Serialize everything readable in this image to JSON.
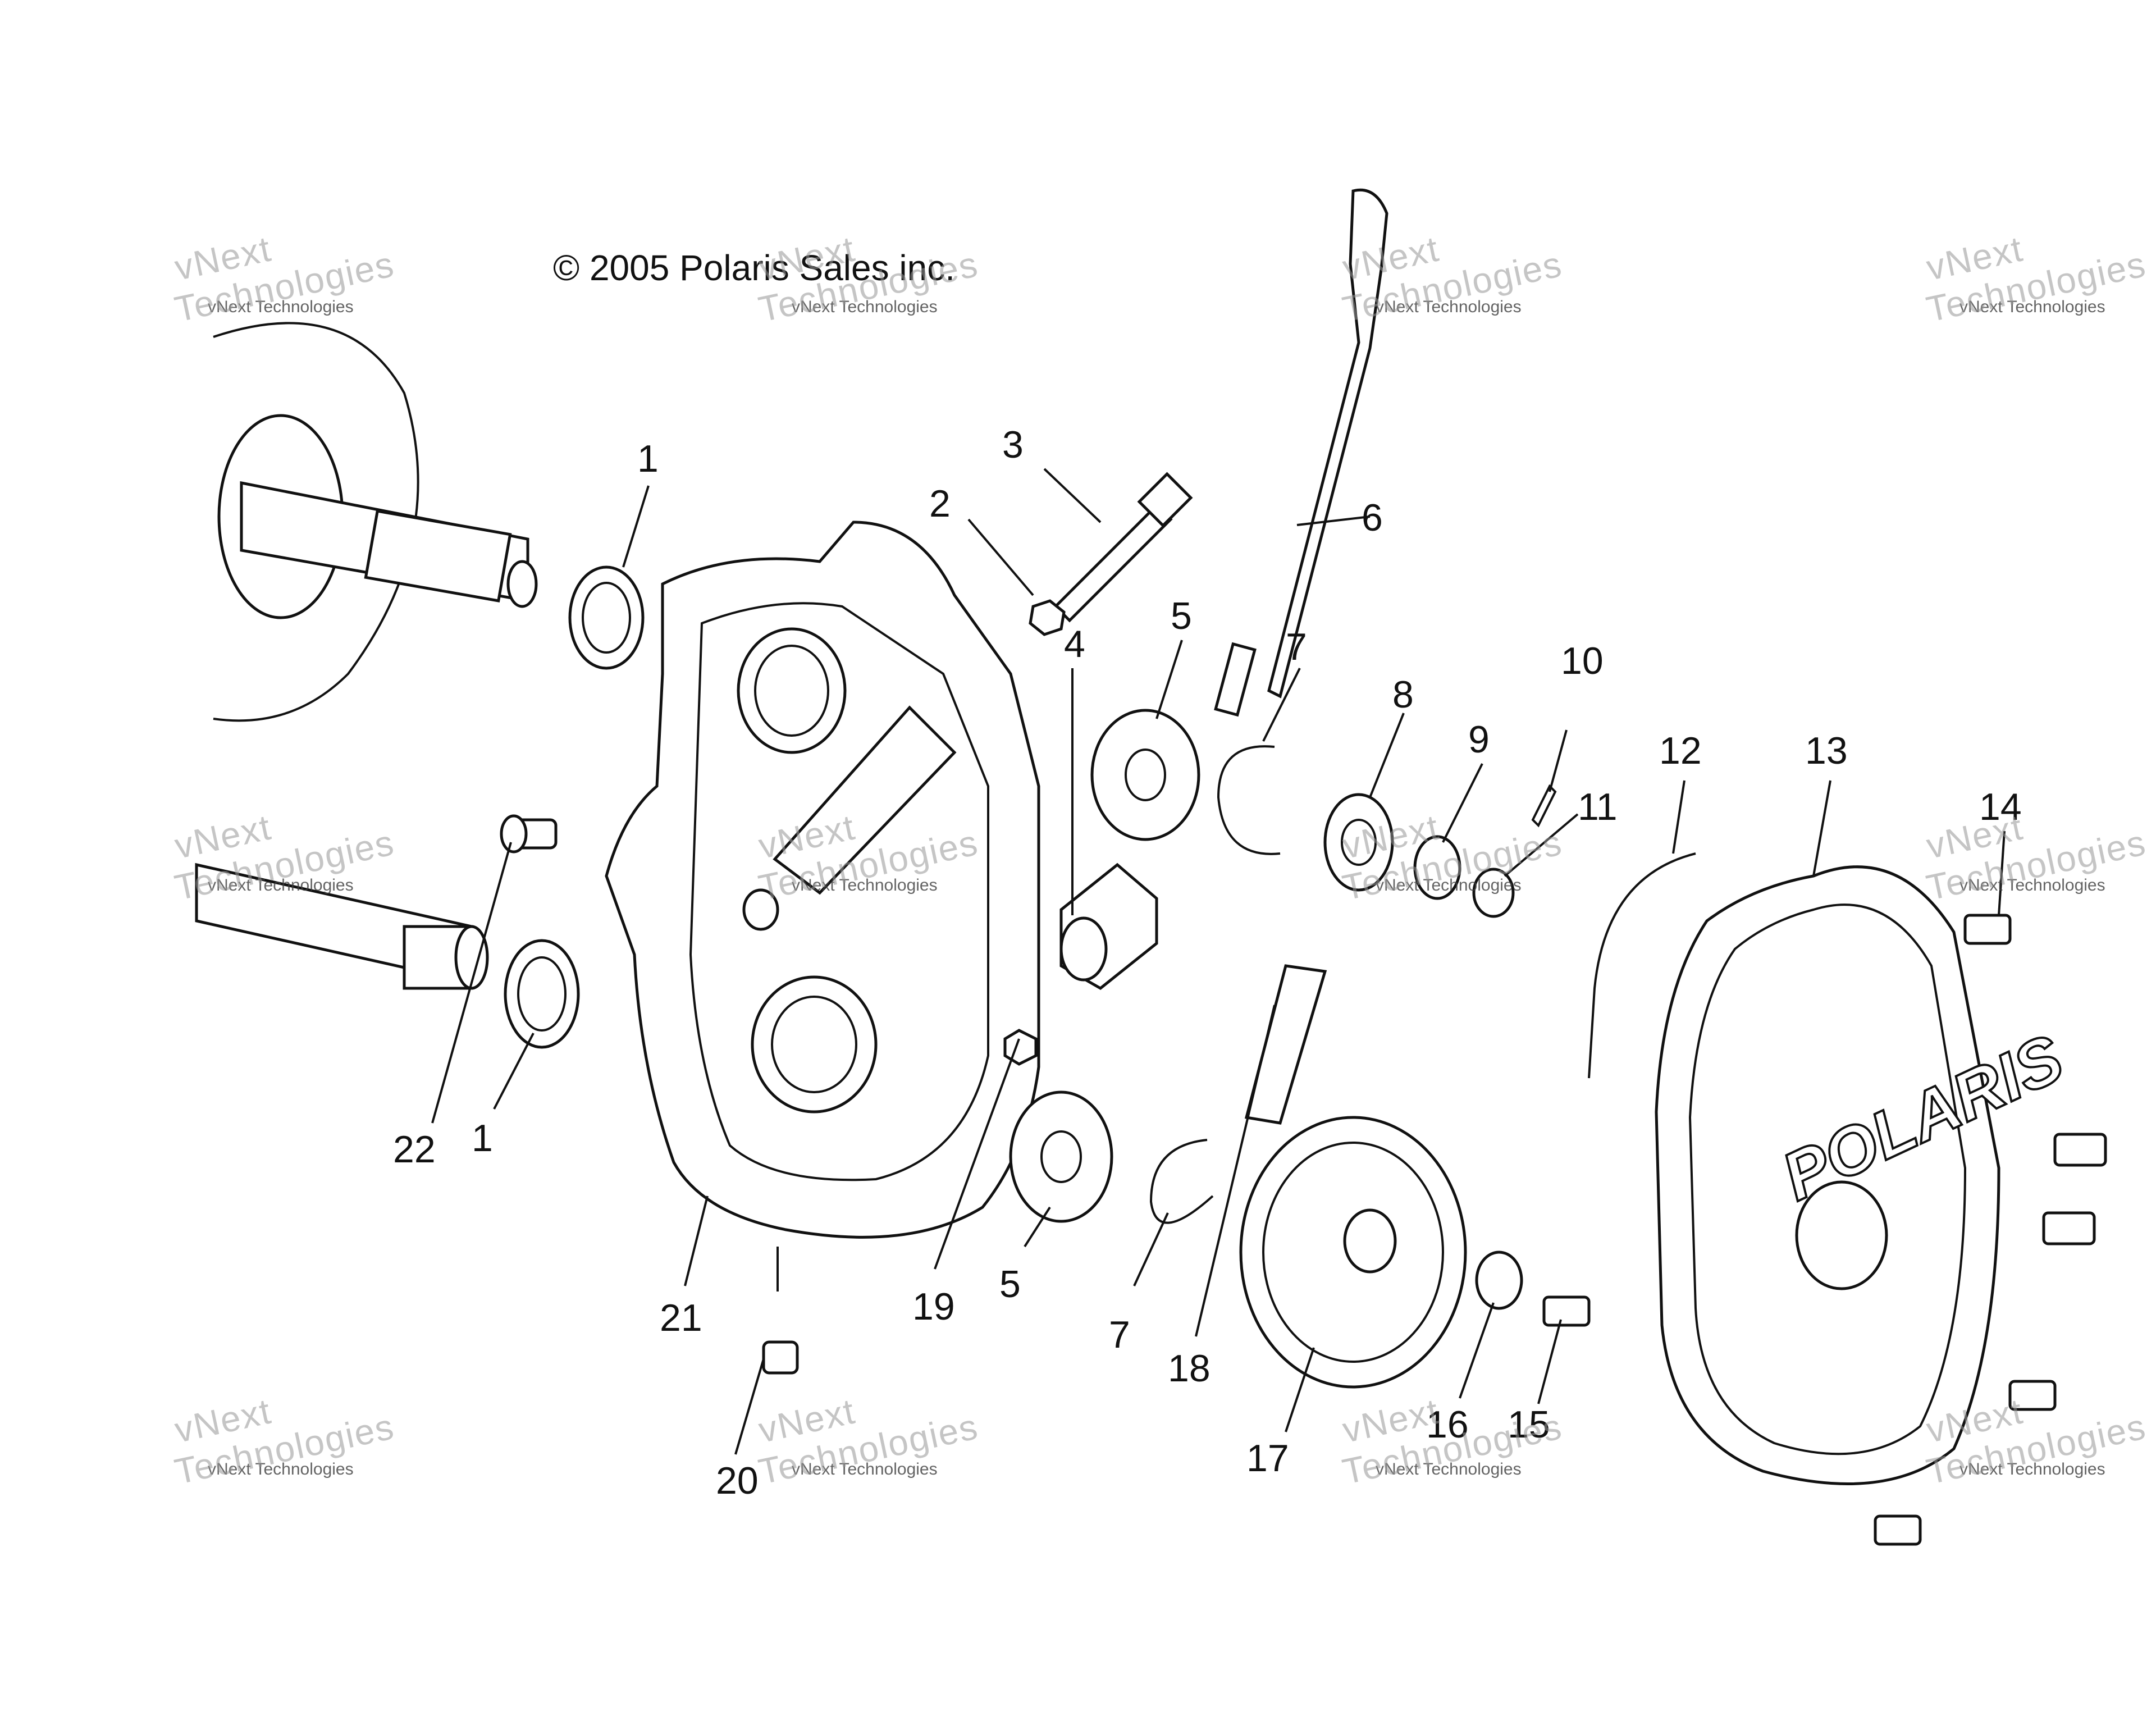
{
  "copyright": "© 2005 Polaris Sales inc.",
  "watermark": {
    "line1": "vNext",
    "line2": "Technologies",
    "caption": "vNext Technologies"
  },
  "cover_logo": "POLARIS",
  "callouts": [
    "1",
    "1",
    "2",
    "3",
    "4",
    "5",
    "5",
    "6",
    "7",
    "7",
    "8",
    "9",
    "10",
    "11",
    "12",
    "13",
    "14",
    "15",
    "16",
    "17",
    "18",
    "19",
    "20",
    "21",
    "22"
  ]
}
